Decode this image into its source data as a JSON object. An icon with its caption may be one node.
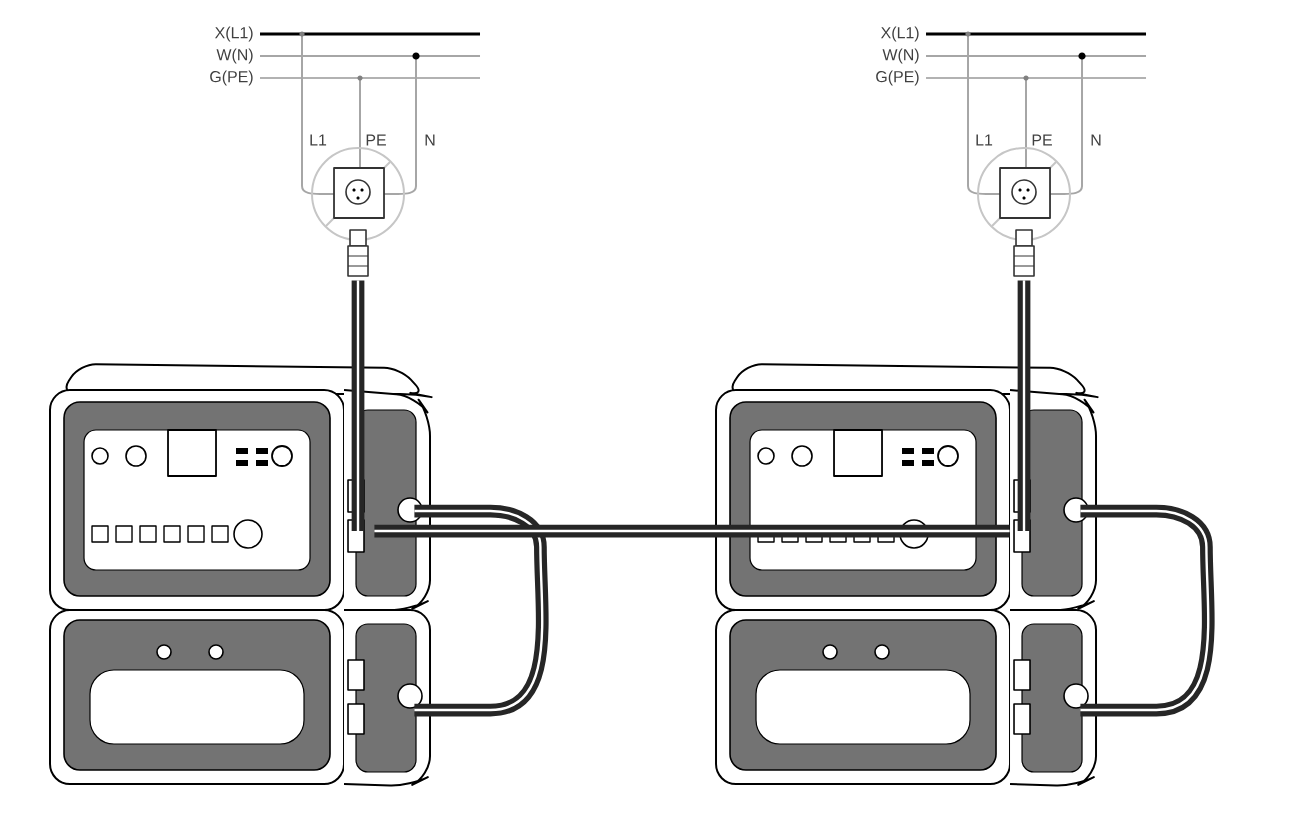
{
  "diagram": {
    "nodes": [
      {
        "text": [],
        "shape": "picture"
      },
      {
        "text": [],
        "shape": "picture"
      },
      {
        "text": [],
        "shape": "picture"
      },
      {
        "text": [],
        "shape": "picture"
      },
      {
        "text": [],
        "shape": "picture"
      },
      {
        "text": [],
        "shape": "picture"
      }
    ],
    "edges": [
      {
        "from": 0,
        "to": 1,
        "arrow": "none"
      },
      {
        "from": 1,
        "to": 2,
        "arrow": "none"
      },
      {
        "from": 1,
        "to": 4,
        "arrow": "none"
      },
      {
        "from": 3,
        "to": 4,
        "arrow": "none"
      },
      {
        "from": 4,
        "to": 5,
        "arrow": "none"
      }
    ],
    "labels": [
      "X(L1)",
      "W(N)",
      "G(PE)",
      "L1",
      "PE",
      "N",
      "X(L1)",
      "W(N)",
      "G(PE)",
      "L1",
      "PE",
      "N"
    ]
  }
}
